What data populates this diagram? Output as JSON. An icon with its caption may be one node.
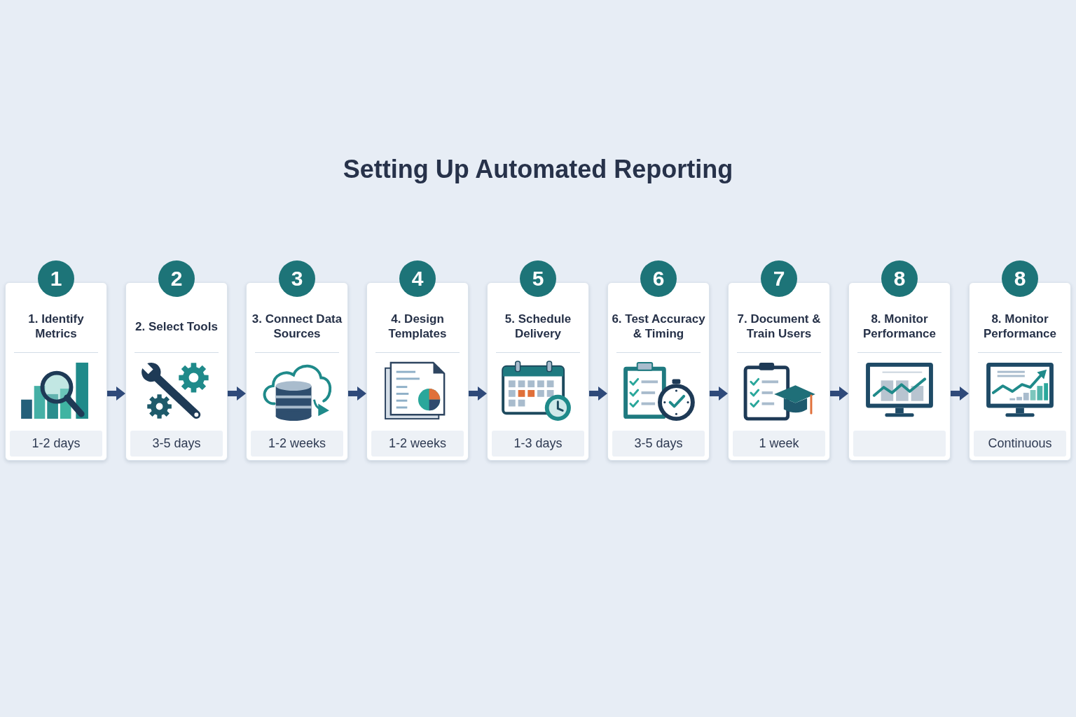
{
  "diagram": {
    "title": "Setting Up Automated Reporting",
    "nodes": [
      {
        "text": [
          "1",
          "1. Identify Metrics",
          "1-2 days"
        ]
      },
      {
        "text": [
          "2",
          "2. Select Tools",
          "3-5 days"
        ]
      },
      {
        "text": [
          "3",
          "3. Connect Data Sources",
          "1-2 weeks"
        ]
      },
      {
        "text": [
          "4",
          "4. Design Templates",
          "1-2 weeks"
        ]
      },
      {
        "text": [
          "5",
          "5. Schedule Delivery",
          "1-3 days"
        ]
      },
      {
        "text": [
          "6",
          "6. Test Accuracy & Timing",
          "3-5 days"
        ]
      },
      {
        "text": [
          "7",
          "7. Document & Train Users",
          "1 week"
        ]
      },
      {
        "text": [
          "8",
          "8. Monitor Performance"
        ]
      },
      {
        "text": [],
        "shape": "bar",
        "in": 7
      },
      {
        "text": [
          "8",
          "8. Monitor Performance",
          "Continuous"
        ]
      }
    ],
    "edges": [
      {
        "from": 0,
        "to": 1,
        "arrow": "to"
      },
      {
        "from": 1,
        "to": 2,
        "arrow": "to"
      },
      {
        "from": 2,
        "to": 3,
        "arrow": "to"
      },
      {
        "from": 3,
        "to": 4,
        "arrow": "to"
      },
      {
        "from": 4,
        "to": 5,
        "arrow": "to"
      },
      {
        "from": 5,
        "to": 6,
        "arrow": "to"
      },
      {
        "from": 6,
        "to": 7,
        "arrow": "to"
      },
      {
        "from": 7,
        "to": 9,
        "arrow": "to"
      }
    ]
  }
}
